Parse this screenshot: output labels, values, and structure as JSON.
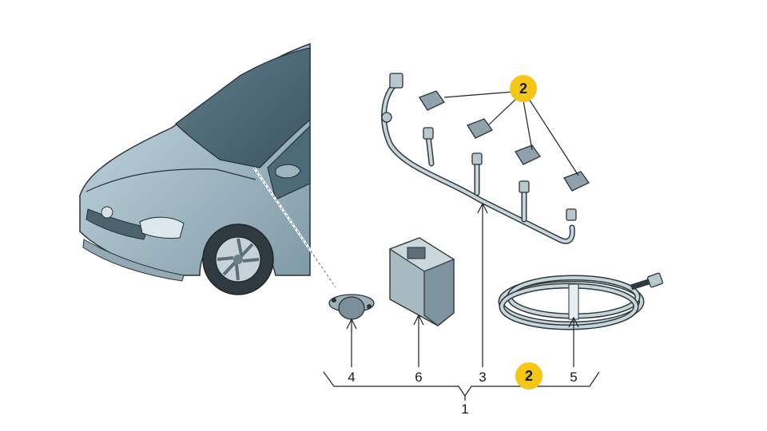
{
  "callouts": {
    "c1": "1",
    "c2_top": "2",
    "c2_bottom": "2",
    "c3": "3",
    "c4": "4",
    "c5": "5",
    "c6": "6"
  },
  "colors": {
    "highlight": "#f5c518",
    "car_body": "#a9c3cf",
    "part": "#b9c8cf"
  }
}
